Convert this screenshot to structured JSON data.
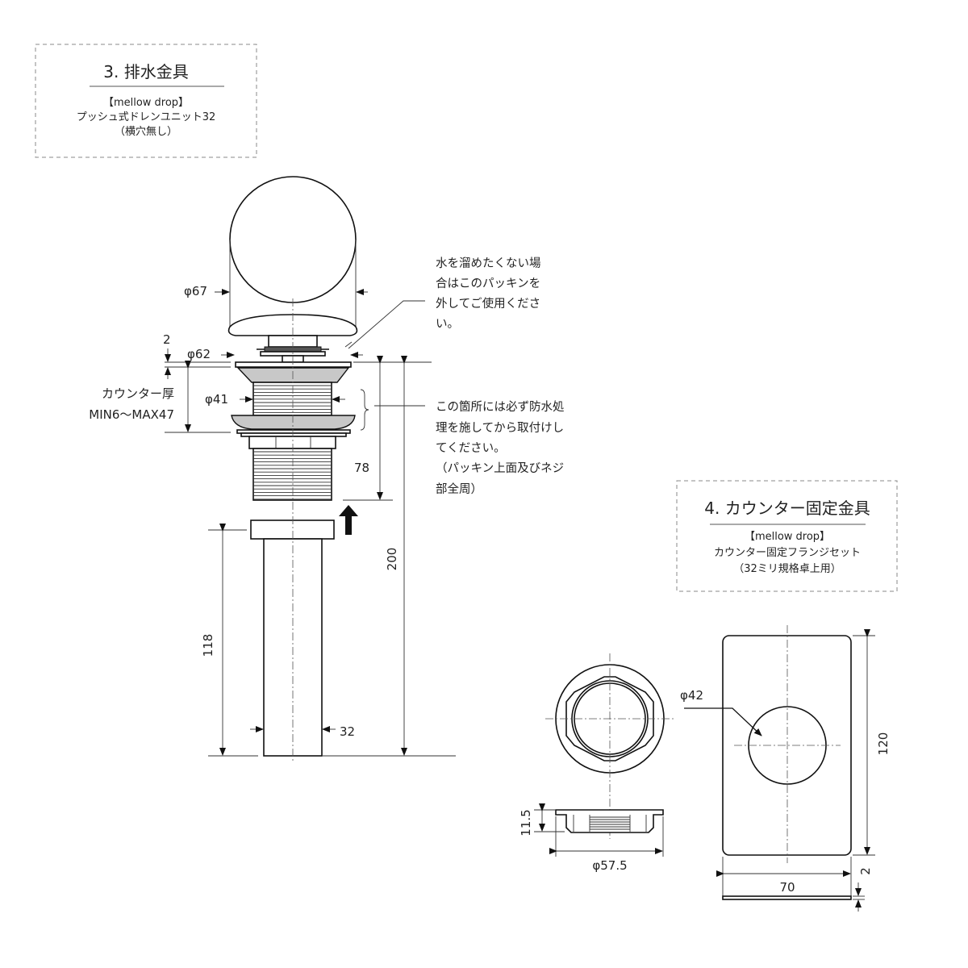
{
  "section3": {
    "title": "3.  排水金具",
    "brand": "【mellow drop】",
    "product": "プッシュ式ドレンユニット32",
    "note": "（横穴無し）"
  },
  "section4": {
    "title": "4.  カウンター固定金具",
    "brand": "【mellow drop】",
    "product": "カウンター固定フランジセット",
    "note": "（32ミリ規格卓上用）"
  },
  "drain_dims": {
    "cap_diameter": "φ67",
    "flange_diameter": "φ62",
    "flange_thickness": "2",
    "thread_diameter": "φ41",
    "counter_label": "カウンター厚",
    "counter_range": "MIN6〜MAX47",
    "body_length": "78",
    "total_length": "200",
    "pipe_length": "118",
    "pipe_diameter": "32"
  },
  "notes": {
    "gasket": [
      "水を溜めたくない場",
      "合はこのパッキンを",
      "外してご使用くださ",
      "い。"
    ],
    "waterproof": [
      "この箇所には必ず防水処",
      "理を施してから取付けし",
      "てください。",
      "（パッキン上面及びネジ",
      "部全周）"
    ]
  },
  "fixture_dims": {
    "nut_height": "11.5",
    "nut_diameter": "φ57.5",
    "hole_diameter": "φ42",
    "plate_height": "120",
    "plate_width": "70",
    "plate_thickness": "2"
  }
}
